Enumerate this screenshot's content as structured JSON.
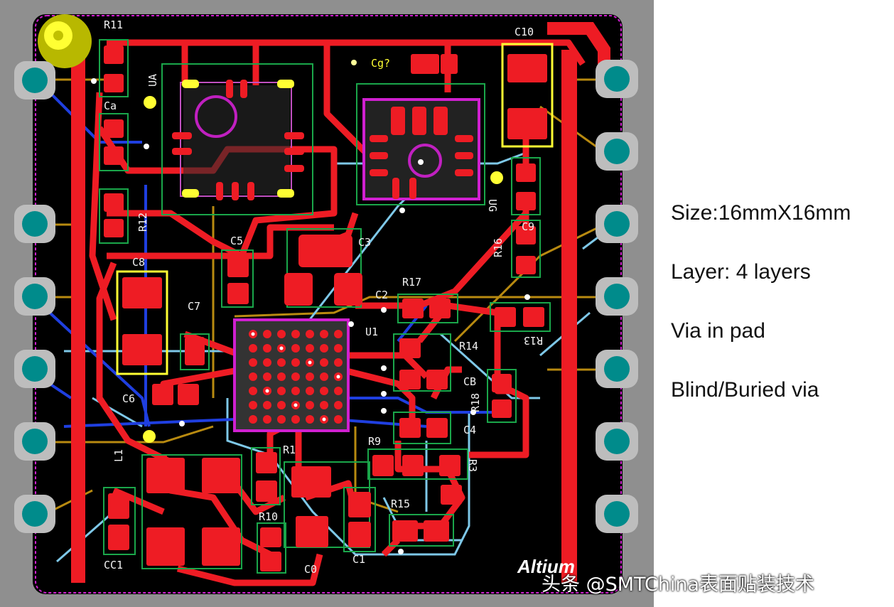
{
  "specs": {
    "size": "Size:16mmX16mm",
    "layers": "Layer: 4 layers",
    "via_in_pad": "Via in pad",
    "blind_buried": "Blind/Buried via"
  },
  "logo": "Altium",
  "watermark": "头条 @SMTChina表面贴装技术",
  "labels": {
    "r11": "R11",
    "ca": "Ca",
    "ua": "UA",
    "cg": "Cg?",
    "c10": "C10",
    "ug": "UG",
    "r12": "R12",
    "c5": "C5",
    "c3": "C3",
    "c9": "C9",
    "r16": "R16",
    "c8": "C8",
    "c7": "C7",
    "r17": "R17",
    "c2": "C2",
    "u1": "U1",
    "r13": "R13",
    "c6": "C6",
    "r14": "R14",
    "cb": "CB",
    "r18": "R18",
    "c4": "C4",
    "l1": "L1",
    "r1": "R1",
    "r9": "R9",
    "r3": "R3",
    "r10": "R10",
    "r15": "R15",
    "cc1": "CC1",
    "c0": "C0",
    "c1": "C1"
  },
  "colors": {
    "board": "#000000",
    "copper_top": "#ee1c24",
    "inner_layer": "#1f3fe0",
    "bottom_layer": "#7ec8e8",
    "silkscreen_yellow": "#ffff33",
    "keepout": "#c08000",
    "outline": "#d020d0",
    "pad_ring": "#bdbdbd",
    "pad_center": "#008b8b"
  }
}
